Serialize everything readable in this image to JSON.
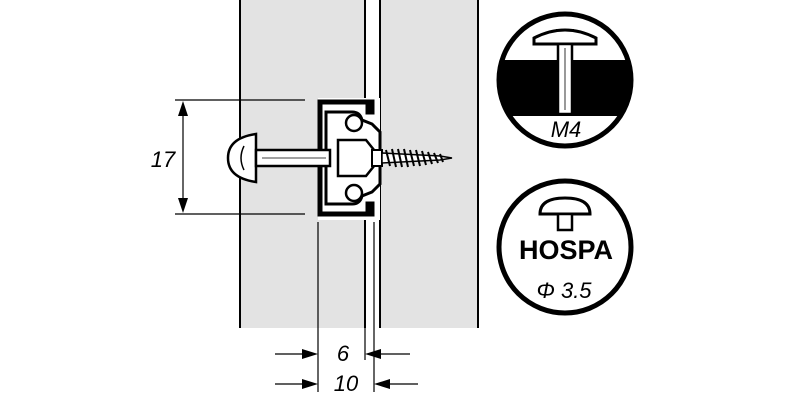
{
  "dimensions": {
    "height": "17",
    "gap": "6",
    "depth": "10"
  },
  "screw_badge": {
    "size_label": "M4"
  },
  "brand_badge": {
    "brand_label": "HOSPA",
    "diameter_label": "Φ 3.5"
  },
  "colors": {
    "panel_fill": "#e3e3e3",
    "ink": "#000000",
    "paper": "#ffffff"
  }
}
